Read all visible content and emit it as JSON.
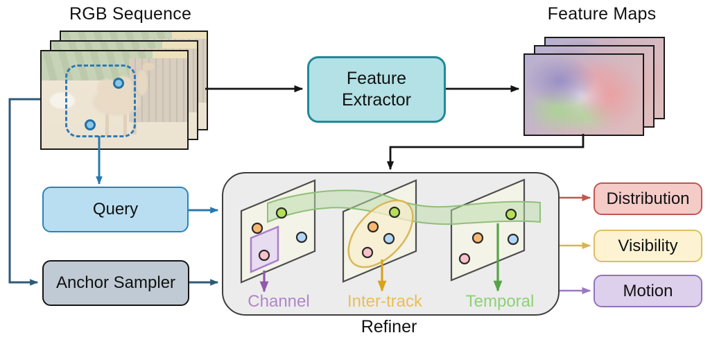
{
  "titles": {
    "rgb_sequence": "RGB Sequence",
    "feature_maps": "Feature Maps"
  },
  "nodes": {
    "feature_extractor": "Feature Extractor",
    "query": "Query",
    "anchor_sampler": "Anchor Sampler",
    "refiner": "Refiner"
  },
  "refiner": {
    "modules": [
      {
        "label": "Channel",
        "color": "#b186c9"
      },
      {
        "label": "Inter-track",
        "color": "#e9bf55"
      },
      {
        "label": "Temporal",
        "color": "#8ed077"
      }
    ],
    "track_point_colors": {
      "green": "#b6e156",
      "orange": "#f8b871",
      "blue": "#b0d7f7",
      "pink": "#f9c2cb"
    },
    "band_color": "#8fbf78",
    "ellipse_color": "#d9b75a",
    "window_color": "#a87fc9"
  },
  "outputs": [
    {
      "label": "Distribution",
      "fill": "#f5cbc8",
      "border": "#c05652",
      "arrow": "#c4554f"
    },
    {
      "label": "Visibility",
      "fill": "#fdf3d3",
      "border": "#debd62",
      "arrow": "#d6b74e"
    },
    {
      "label": "Motion",
      "fill": "#ddd0ec",
      "border": "#9372b8",
      "arrow": "#9c78c2"
    }
  ],
  "colors": {
    "feature_extractor_fill": "#b3e1e5",
    "feature_extractor_border": "#1f8a96",
    "query_fill": "#b9def1",
    "query_border": "#2b83b8",
    "anchor_sampler_fill": "#bfcad4",
    "refiner_fill": "#ececec",
    "black_arrow": "#141414",
    "query_arrow": "#2878ae",
    "anchor_arrow": "#2b5a78",
    "bbox_dash": "#2b7ab8"
  }
}
